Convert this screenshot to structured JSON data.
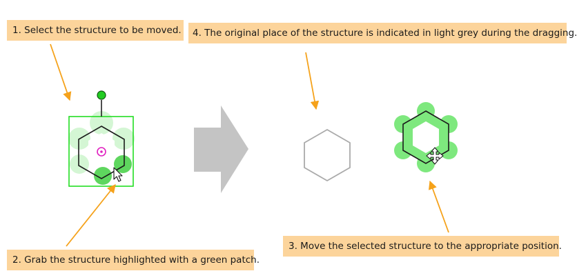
{
  "callouts": {
    "step1": "1. Select the structure to be moved.",
    "step2": "2. Grab the structure highlighted with a green patch.",
    "step3": "3. Move the selected structure to the appropriate position.",
    "step4": "4. The original place of the structure is indicated in light grey during the dragging."
  },
  "colors": {
    "callout_bg": "#fcd49b",
    "arrow": "#f5a21b",
    "selection": "#22dd22",
    "highlight": "#7ee87e",
    "ghost": "#aaaaaa",
    "transition_arrow": "#c4c4c4",
    "center_marker": "#e020c0"
  },
  "icons": {
    "cursor": "pointer-cursor-icon",
    "move": "move-cursor-icon",
    "rotate_handle": "rotation-handle-icon"
  }
}
